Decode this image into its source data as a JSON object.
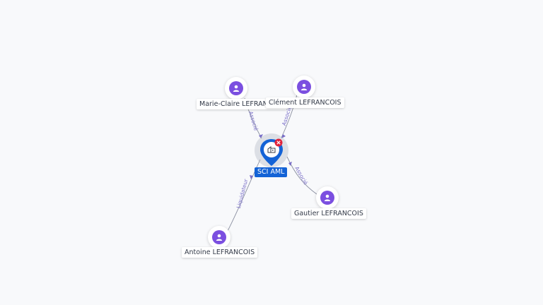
{
  "colors": {
    "person_accent": "#7b4fe0",
    "company_accent": "#1463d6",
    "alert": "#e0223b",
    "edge": "#8a8fa0",
    "edge_label": "#7a6fc8"
  },
  "icons": {
    "person": "user-icon",
    "company": "building-icon",
    "alert": "close-icon"
  },
  "company": {
    "name": "SCI AML"
  },
  "people": [
    {
      "id": "marie",
      "name": "Marie-Claire LEFRANCOIS"
    },
    {
      "id": "clement",
      "name": "Clément LEFRANCOIS"
    },
    {
      "id": "gautier",
      "name": "Gautier LEFRANCOIS"
    },
    {
      "id": "antoine",
      "name": "Antoine LEFRANCOIS"
    }
  ],
  "edges": [
    {
      "from": "marie",
      "label": "Associé"
    },
    {
      "from": "clement",
      "label": "Associé"
    },
    {
      "from": "gautier",
      "label": "Associé"
    },
    {
      "from": "antoine",
      "label": "Liquidateur"
    }
  ]
}
